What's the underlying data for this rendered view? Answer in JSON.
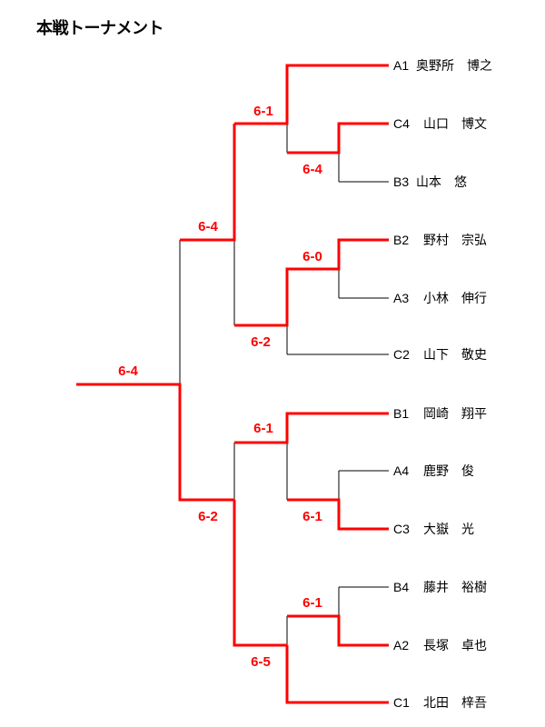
{
  "title": "本戦トーナメント",
  "players": [
    {
      "seed": "A1",
      "name": "奥野所　博之"
    },
    {
      "seed": "C4",
      "name": "山口　博文"
    },
    {
      "seed": "B3",
      "name": "山本　悠"
    },
    {
      "seed": "B2",
      "name": "野村　宗弘"
    },
    {
      "seed": "A3",
      "name": "小林　伸行"
    },
    {
      "seed": "C2",
      "name": "山下　敬史"
    },
    {
      "seed": "B1",
      "name": "岡崎　翔平"
    },
    {
      "seed": "A4",
      "name": "鹿野　俊"
    },
    {
      "seed": "C3",
      "name": "大嶽　光"
    },
    {
      "seed": "B4",
      "name": "藤井　裕樹"
    },
    {
      "seed": "A2",
      "name": "長塚　卓也"
    },
    {
      "seed": "C1",
      "name": "北田　梓吾"
    }
  ],
  "scores": {
    "r1_c4_b3": "6-4",
    "r1_b2_a3": "6-0",
    "r1_a4_c3": "6-1",
    "r1_b4_a2": "6-1",
    "r2_a1": "6-1",
    "r2_c2": "6-2",
    "r2_b1": "6-1",
    "r2_c1": "6-5",
    "sf_top": "6-4",
    "sf_bottom": "6-2",
    "final": "6-4"
  },
  "colors": {
    "winner_line": "#ff0000",
    "loser_line": "#000000"
  }
}
